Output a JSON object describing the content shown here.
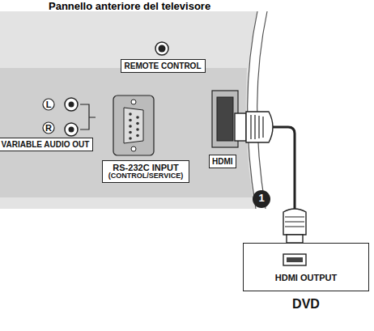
{
  "diagram": {
    "title": "Pannello anteriore del televisore",
    "nodes": [
      {
        "text": [
          "REMOTE CONTROL"
        ]
      },
      {
        "text": [
          "VARIABLE AUDIO OUT"
        ]
      },
      {
        "text": [
          "RS-232C INPUT",
          "(CONTROL/SERVICE)"
        ]
      },
      {
        "text": [
          "HDMI"
        ]
      },
      {
        "text": [
          "HDMI OUTPUT",
          "DVD"
        ]
      }
    ],
    "edges": [
      {
        "from": 3,
        "to": 4,
        "arrow": "none"
      }
    ],
    "labels": [
      "L",
      "R",
      "1"
    ]
  }
}
